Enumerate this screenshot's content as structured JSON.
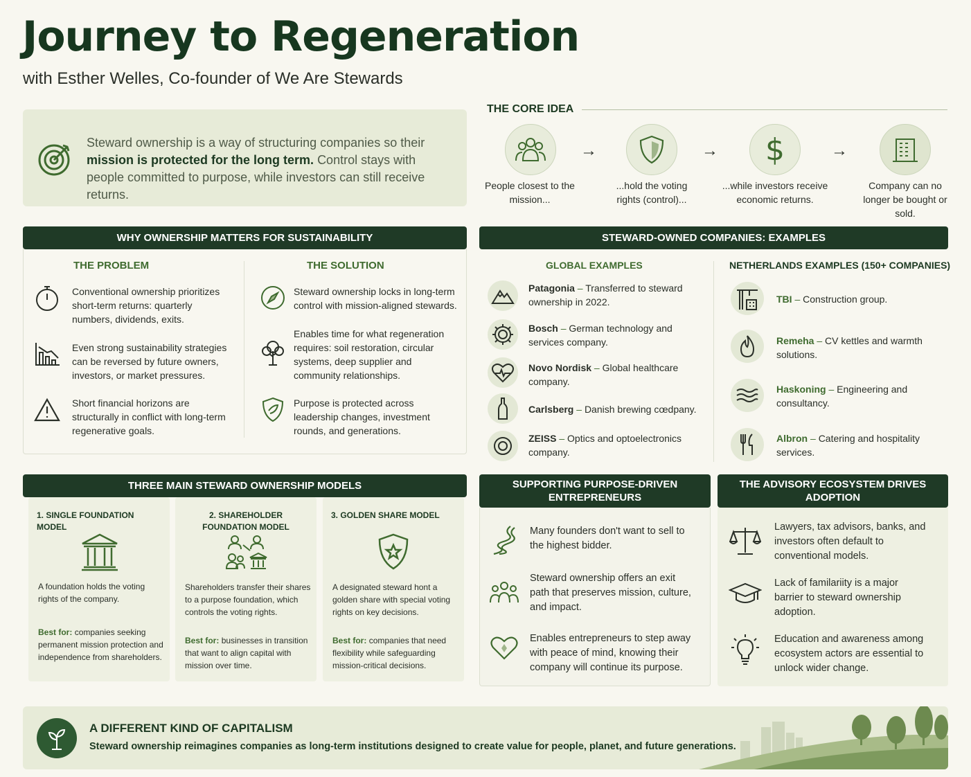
{
  "header": {
    "title": "Journey to Regeneration",
    "subtitle": "with Esther Welles, Co-founder of We Are Stewards"
  },
  "intro": {
    "lead": "Steward ownership is a way of structuring companies so their",
    "bold": "mission is protected for the long term.",
    "rest": "Control stays with people committed to purpose, while investors can still receive returns."
  },
  "core_idea": {
    "heading": "THE CORE IDEA",
    "steps": [
      {
        "icon": "people-icon",
        "text": "People closest to the mission..."
      },
      {
        "icon": "shield-icon",
        "text": "...hold the voting rights (control)..."
      },
      {
        "icon": "dollar-icon",
        "text": "...while investors receive economic returns."
      },
      {
        "icon": "building-icon",
        "text": "Company can no longer be bought or sold."
      }
    ]
  },
  "why": {
    "heading": "WHY OWNERSHIP MATTERS FOR SUSTAINABILITY",
    "problem_head": "THE PROBLEM",
    "solution_head": "THE SOLUTION",
    "problems": [
      {
        "icon": "stopwatch-icon",
        "text": "Conventional ownership prioritizes short-term returns: quarterly numbers, dividends, exits."
      },
      {
        "icon": "declining-chart-icon",
        "text": "Even strong sustainability strategies can be reversed by future owners, investors, or market pressures."
      },
      {
        "icon": "warning-icon",
        "text": "Short financial horizons are structurally in conflict with long-term regenerative goals."
      }
    ],
    "solutions": [
      {
        "icon": "compass-icon",
        "text": "Steward ownership locks in long-term control with mission-aligned stewards."
      },
      {
        "icon": "tree-icon",
        "text": "Enables time for what regeneration requires: soil restoration, circular systems, deep supplier and community relationships."
      },
      {
        "icon": "shield-leaf-icon",
        "text": "Purpose is protected across leadership changes, investment rounds, and generations."
      }
    ]
  },
  "examples": {
    "heading": "STEWARD-OWNED COMPANIES: EXAMPLES",
    "global_head": "GLOBAL EXAMPLES",
    "nl_head": "NETHERLANDS EXAMPLES (150+ COMPANIES)",
    "global": [
      {
        "icon": "mountain-icon",
        "name": "Patagonia",
        "desc": "Transferred to steward ownership in 2022."
      },
      {
        "icon": "gear-icon",
        "name": "Bosch",
        "desc": "German technology and services company."
      },
      {
        "icon": "heart-pulse-icon",
        "name": "Novo Nordisk",
        "desc": "Global healthcare company."
      },
      {
        "icon": "bottle-icon",
        "name": "Carlsberg",
        "desc": "Danish brewing cœdpany."
      },
      {
        "icon": "lens-icon",
        "name": "ZEISS",
        "desc": "Optics and optoelectronics company."
      }
    ],
    "nl": [
      {
        "icon": "crane-icon",
        "name": "TBI",
        "desc": "Construction group."
      },
      {
        "icon": "flame-icon",
        "name": "Remeha",
        "desc": "CV kettles and warmth solutions."
      },
      {
        "icon": "waves-icon",
        "name": "Haskoning",
        "desc": "Engineering and consultancy."
      },
      {
        "icon": "cutlery-icon",
        "name": "Albron",
        "desc": "Catering and hospitality services."
      }
    ],
    "dash": "–"
  },
  "models": {
    "heading": "THREE MAIN STEWARD OWNERSHIP MODELS",
    "best_for": "Best for:",
    "items": [
      {
        "icon": "institution-icon",
        "title": "1. SINGLE FOUNDATION MODEL",
        "desc": "A foundation holds the voting rights of the company.",
        "best": "companies seeking permanent mission protection and independence from shareholders."
      },
      {
        "icon": "shareholders-icon",
        "title": "2. SHAREHOLDER FOUNDATION MODEL",
        "desc": "Shareholders transfer their shares to a purpose foundation, which controls the voting rights.",
        "best": "businesses in transition that want to align capital with mission over time."
      },
      {
        "icon": "star-shield-icon",
        "title": "3. GOLDEN SHARE MODEL",
        "desc": "A designated steward hont a golden share with special voting rights on key decisions.",
        "best": "companies that need flexibility while safeguarding mission-critical decisions."
      }
    ]
  },
  "supporting": {
    "heading": "SUPPORTING PURPOSE-DRIVEN ENTREPRENEURS",
    "items": [
      {
        "icon": "winding-path-icon",
        "text": "Many founders don't want to sell to the highest bidder."
      },
      {
        "icon": "group-icon",
        "text": "Steward ownership offers an exit path that preserves mission, culture, and impact."
      },
      {
        "icon": "heart-icon",
        "text": "Enables entrepreneurs to step away with peace of mind, knowing their company will continue its purpose."
      }
    ]
  },
  "advisory": {
    "heading": "THE ADVISORY ECOSYSTEM DRIVES ADOPTION",
    "items": [
      {
        "icon": "scales-icon",
        "text": "Lawyers, tax advisors, banks, and investors often default to conventional models."
      },
      {
        "icon": "graduation-cap-icon",
        "text": "Lack of familariity is a major barrier to steward ownership adoption."
      },
      {
        "icon": "lightbulb-icon",
        "text": "Education and awareness among ecosystem actors are essential to unlock wider change."
      }
    ]
  },
  "footer": {
    "heading": "A DIFFERENT KIND OF CAPITALISM",
    "text": "Steward ownership reimagines companies as long-term institutions designed to create value for people, planet, and future generations."
  },
  "colors": {
    "dark_green": "#1f3a26",
    "accent_green": "#3f6b2f",
    "panel_tint": "#e7ebd8",
    "background": "#f8f7f0"
  }
}
